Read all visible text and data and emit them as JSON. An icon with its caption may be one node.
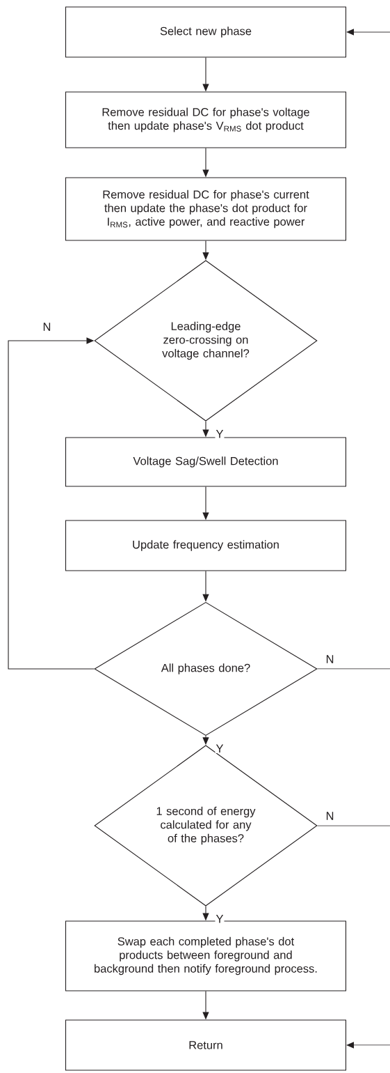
{
  "diagram": {
    "nodes": [
      {
        "text": [
          "Select new phase"
        ]
      },
      {
        "text": [
          "Remove residual DC for phase's voltage then update phase's V$_{RMS}$ dot product"
        ]
      },
      {
        "text": [
          "Remove residual DC for phase's current then update the phase's dot product for I$_{RMS}$, active power, and reactive power"
        ]
      },
      {
        "text": [
          "Leading-edge zero-crossing on voltage channel?"
        ]
      },
      {
        "text": [
          "Voltage Sag/Swell Detection"
        ]
      },
      {
        "text": [
          "Update frequency estimation"
        ]
      },
      {
        "text": [
          "All phases done?"
        ]
      },
      {
        "text": [
          "1 second of energy calculated for any of the phases?"
        ]
      },
      {
        "text": [
          "Swap each completed phase's dot products between foreground and background then notify foreground process."
        ]
      },
      {
        "text": [
          "Return"
        ]
      }
    ],
    "edges": [
      {
        "from": null,
        "to": 0,
        "arrow": "to"
      },
      {
        "from": 0,
        "to": 1,
        "arrow": "to"
      },
      {
        "from": 1,
        "to": 2,
        "arrow": "to"
      },
      {
        "from": 2,
        "to": 3,
        "arrow": "to"
      },
      {
        "from": 6,
        "to": 3,
        "arrow": "to",
        "label": "N"
      },
      {
        "from": 3,
        "to": 4,
        "arrow": "to",
        "label": "Y"
      },
      {
        "from": 4,
        "to": 5,
        "arrow": "to"
      },
      {
        "from": 5,
        "to": 6,
        "arrow": "to"
      },
      {
        "from": 6,
        "to": null,
        "arrow": "none",
        "label": "N"
      },
      {
        "from": 6,
        "to": 7,
        "arrow": "to",
        "label": "Y"
      },
      {
        "from": 7,
        "to": null,
        "arrow": "none",
        "label": "N"
      },
      {
        "from": 7,
        "to": 8,
        "arrow": "to",
        "label": "Y"
      },
      {
        "from": 8,
        "to": 9,
        "arrow": "to"
      },
      {
        "from": null,
        "to": 9,
        "arrow": "to"
      }
    ]
  }
}
